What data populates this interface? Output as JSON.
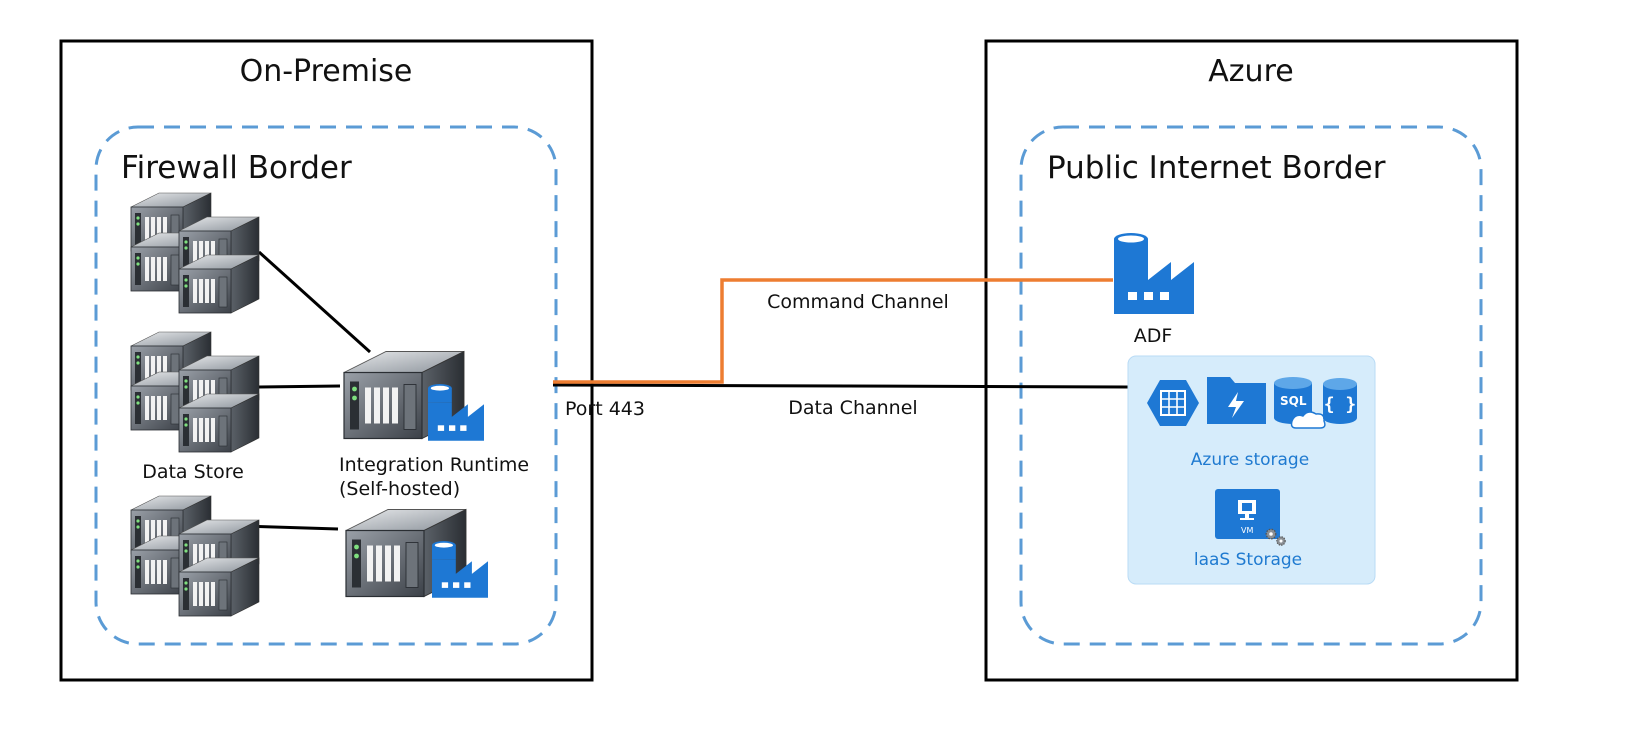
{
  "zones": {
    "on_premise": {
      "title": "On-Premise",
      "border_title": "Firewall Border",
      "data_store_label": "Data Store",
      "integration_runtime_label_line1": "Integration Runtime",
      "integration_runtime_label_line2": "(Self-hosted)"
    },
    "azure": {
      "title": "Azure",
      "border_title": "Public Internet Border",
      "adf_label": "ADF",
      "azure_storage_label": "Azure storage",
      "iaas_storage_label": "laaS Storage",
      "sql_icon_text": "SQL",
      "json_icon_text": "{ }",
      "vm_icon_text": "VM"
    }
  },
  "connections": {
    "port_label": "Port 443",
    "command_channel_label": "Command Channel",
    "data_channel_label": "Data Channel"
  },
  "colors": {
    "command_channel": "#ed7d31",
    "data_channel": "#000000",
    "dashed_border": "#5b9bd5",
    "azure_icon_blue": "#1e78d4",
    "storage_panel": "#d6ecfb"
  },
  "icons": [
    "server-rack-icon",
    "factory-icon",
    "table-storage-icon",
    "file-storage-icon",
    "sql-database-icon",
    "cosmos-db-icon",
    "virtual-machine-icon",
    "gear-icon"
  ]
}
